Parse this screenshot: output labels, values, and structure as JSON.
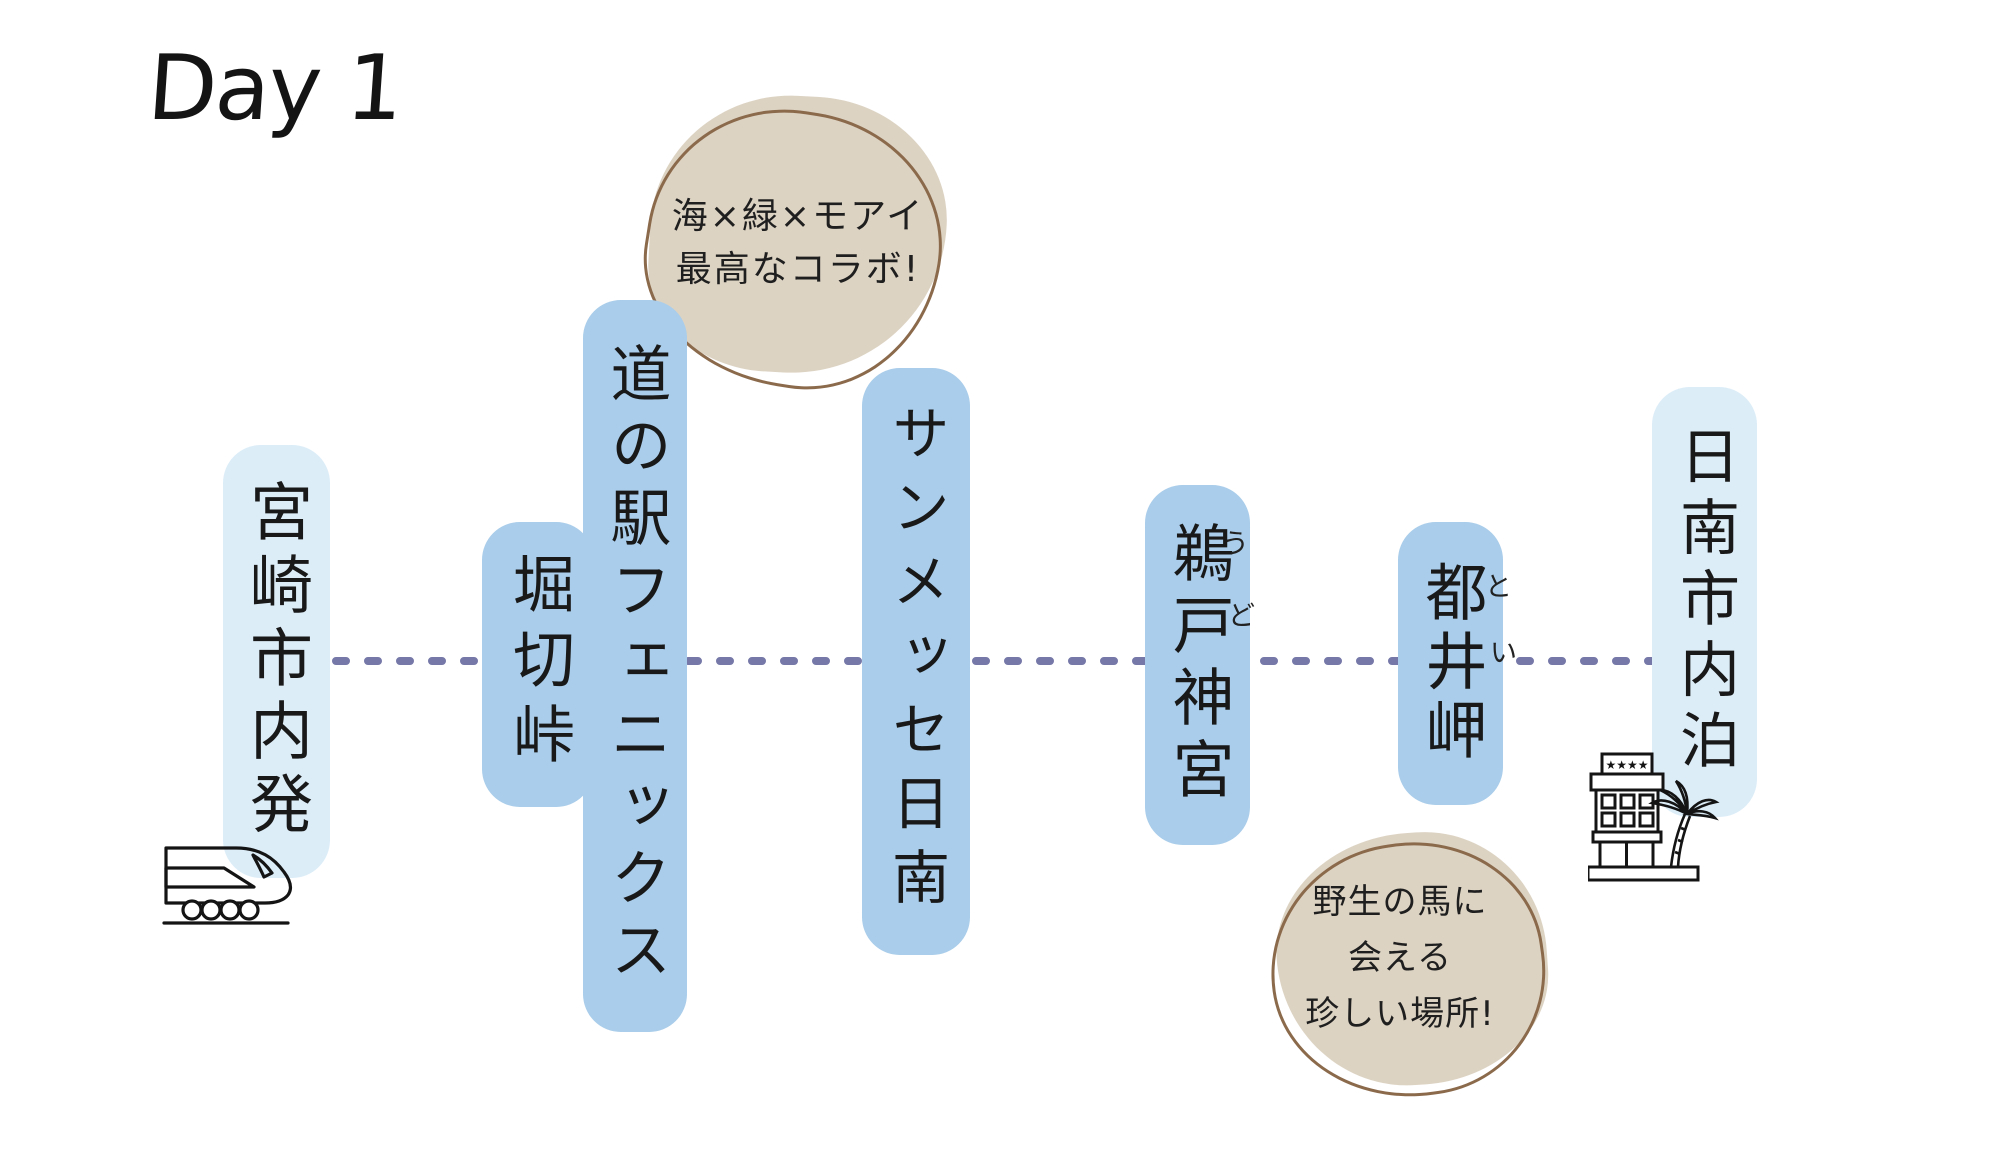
{
  "title": "Day 1",
  "route": {
    "stops": [
      {
        "label": "宮崎市内発",
        "style": "light"
      },
      {
        "label": "堀切峠",
        "style": "blue"
      },
      {
        "label": "道の駅フェニックス",
        "style": "blue"
      },
      {
        "label": "サンメッセ日南",
        "style": "blue"
      },
      {
        "label": "鵜戸神宮",
        "style": "blue",
        "furigana": [
          {
            "char": "鵜",
            "text": "う"
          },
          {
            "char": "戸",
            "text": "ど"
          }
        ]
      },
      {
        "label": "都井岬",
        "style": "blue",
        "furigana": [
          {
            "char": "都",
            "text": "と"
          },
          {
            "char": "井",
            "text": "い"
          }
        ]
      },
      {
        "label": "日南市内泊",
        "style": "light"
      }
    ],
    "line_style": "dashed"
  },
  "callouts": [
    {
      "attached_to": "道の駅フェニックス",
      "lines": [
        "海×緑×モアイ",
        "最高なコラボ!"
      ]
    },
    {
      "attached_to": "都井岬",
      "lines": [
        "野生の馬に",
        "会える",
        "珍しい場所!"
      ]
    }
  ],
  "icons": {
    "train": "shinkansen-train-icon",
    "hotel": "hotel-building-icon",
    "palm": "palm-tree-icon",
    "hotel_stars": "★★★★"
  },
  "colors": {
    "blue": "#a9cdea",
    "light_blue": "#dcedf8",
    "beige": "#ddd3c3",
    "brown": "#8b6a4c",
    "dash": "#7678a8",
    "ink": "#1c1c1c"
  }
}
